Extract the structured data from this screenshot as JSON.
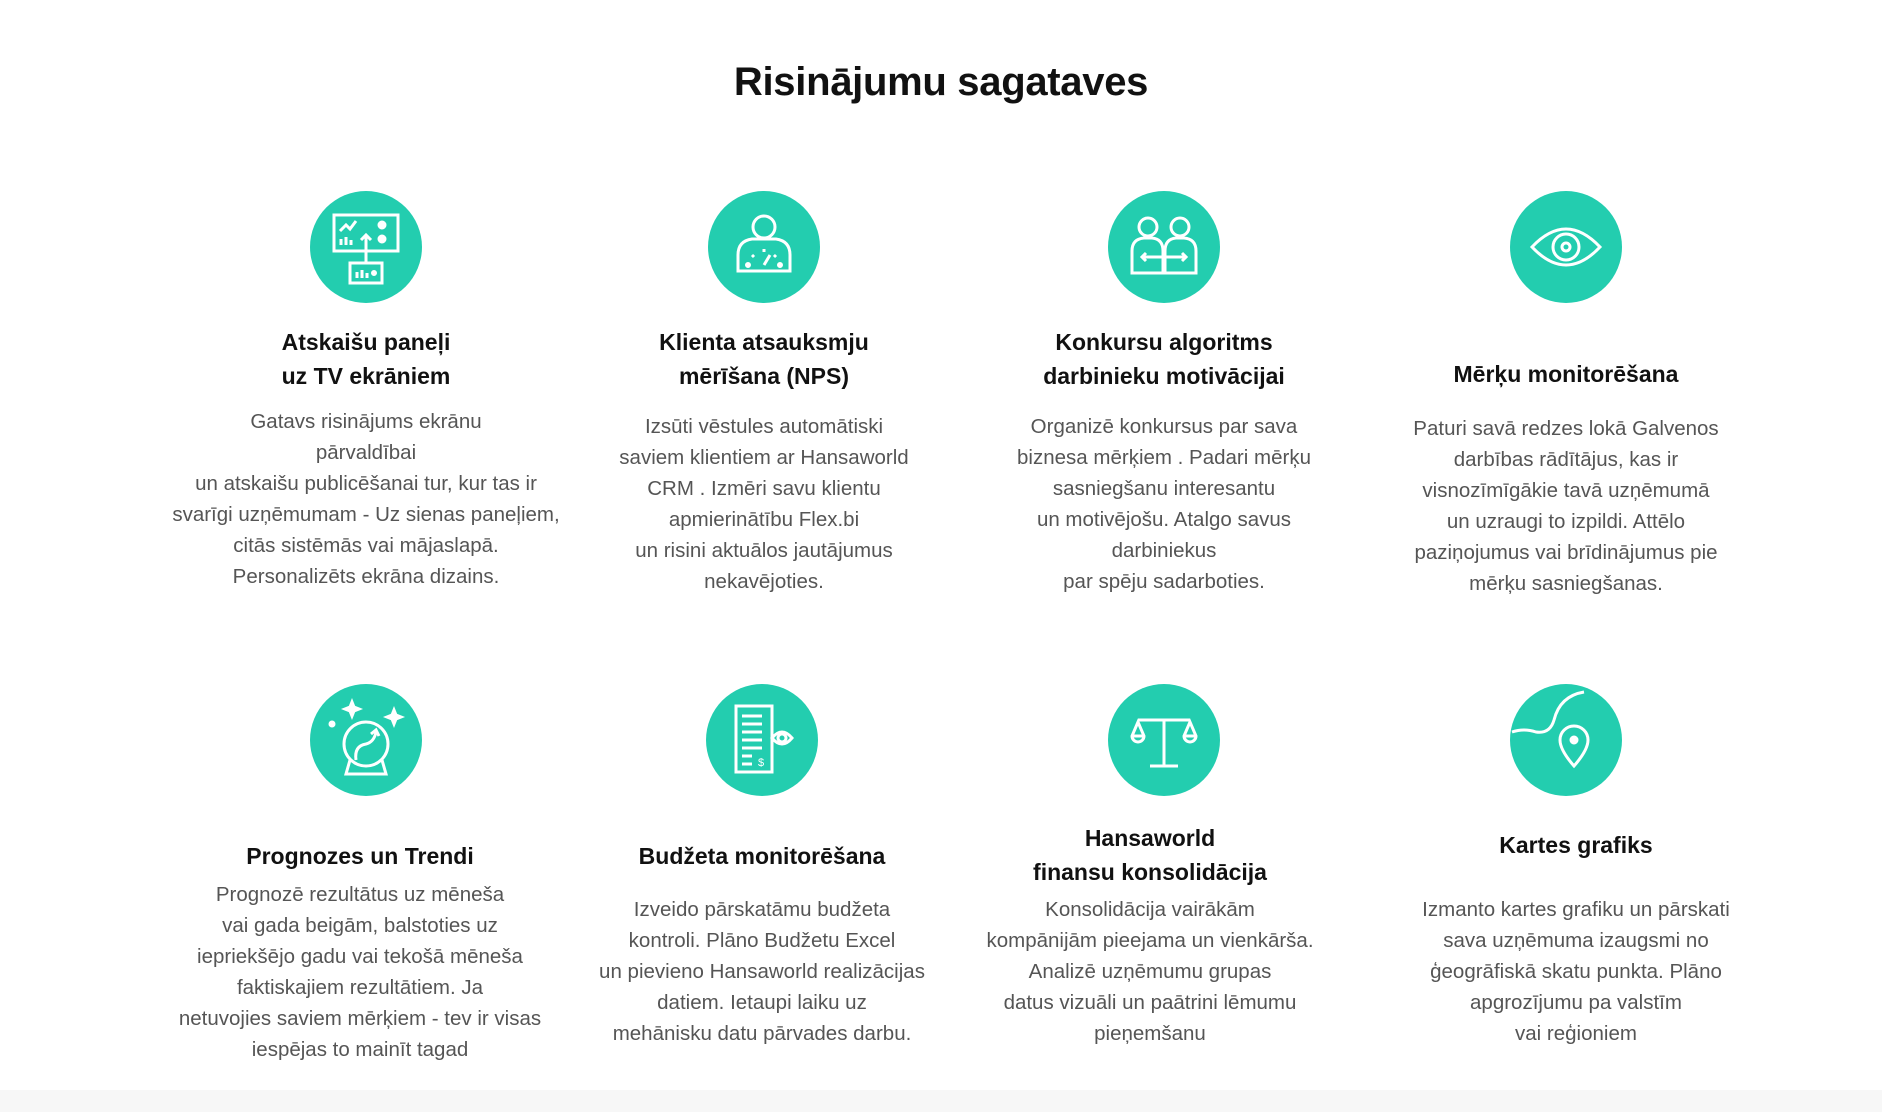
{
  "page_title": "Risinājumu sagataves",
  "accent_color": "#23cdaf",
  "cards": [
    {
      "icon": "dashboard-tv-icon",
      "title": "Atskaišu paneļi\nuz TV ekrāniem",
      "body": "Gatavs risinājums ekrānu\npārvaldībai\nun atskaišu publicēšanai tur, kur tas ir\nsvarīgi uzņēmumam  - Uz sienas paneļiem,\ncitās sistēmās vai mājaslapā.\nPersonalizēts ekrāna dizains."
    },
    {
      "icon": "customer-gauge-icon",
      "title": "Klienta atsauksmju\nmērīšana (NPS)",
      "body": "Izsūti vēstules automātiski\nsaviem klientiem ar  Hansaworld\nCRM . Izmēri savu klientu\napmierinātību Flex.bi\nun risini aktuālos jautājumus\nnekavējoties."
    },
    {
      "icon": "two-people-exchange-icon",
      "title": "Konkursu algoritms\ndarbinieku motivācijai",
      "body": "Organizē  konkursus par sava\nbiznesa mērķiem . Padari mērķu\nsasniegšanu interesantu\nun motivējošu. Atalgo savus\ndarbiniekus\npar  spēju sadarboties."
    },
    {
      "icon": "eye-icon",
      "title": "Mērķu monitorēšana",
      "body": "Paturi savā redzes lokā Galvenos\ndarbības rādītājus, kas ir\nvisnozīmīgākie tavā uzņēmumā\nun uzraugi to izpildi. Attēlo\npaziņojumus vai brīdinājumus pie\nmērķu sasniegšanas."
    },
    {
      "icon": "crystal-ball-trend-icon",
      "title": "Prognozes un Trendi",
      "body": "Prognozē rezultātus uz mēneša\nvai gada beigām, balstoties uz\niepriekšējo gadu vai tekošā mēneša\nfaktiskajiem rezultātiem. Ja\nnetuvojies saviem mērķiem - tev ir visas\niespējas to mainīt tagad"
    },
    {
      "icon": "budget-document-eye-icon",
      "title": "Budžeta monitorēšana",
      "body": "Izveido pārskatāmu budžeta\nkontroli. Plāno Budžetu Excel\nun pievieno Hansaworld realizācijas\ndatiem. Ietaupi laiku uz\nmehānisku datu pārvades darbu."
    },
    {
      "icon": "balance-scale-icon",
      "title": "Hansaworld\nfinansu konsolidācija",
      "body": "Konsolidācija vairākām\nkompānijām pieejama un vienkārša.\nAnalizē uzņēmumu grupas\ndatus vizuāli  un paātrini lēmumu\npieņemšanu"
    },
    {
      "icon": "map-pin-icon",
      "title": "Kartes grafiks",
      "body": "Izmanto  kartes grafiku un pārskati\nsava uzņēmuma izaugsmi no\nģeogrāfiskā  skatu punkta. Plāno\napgrozījumu pa valstīm\nvai reģioniem"
    }
  ]
}
